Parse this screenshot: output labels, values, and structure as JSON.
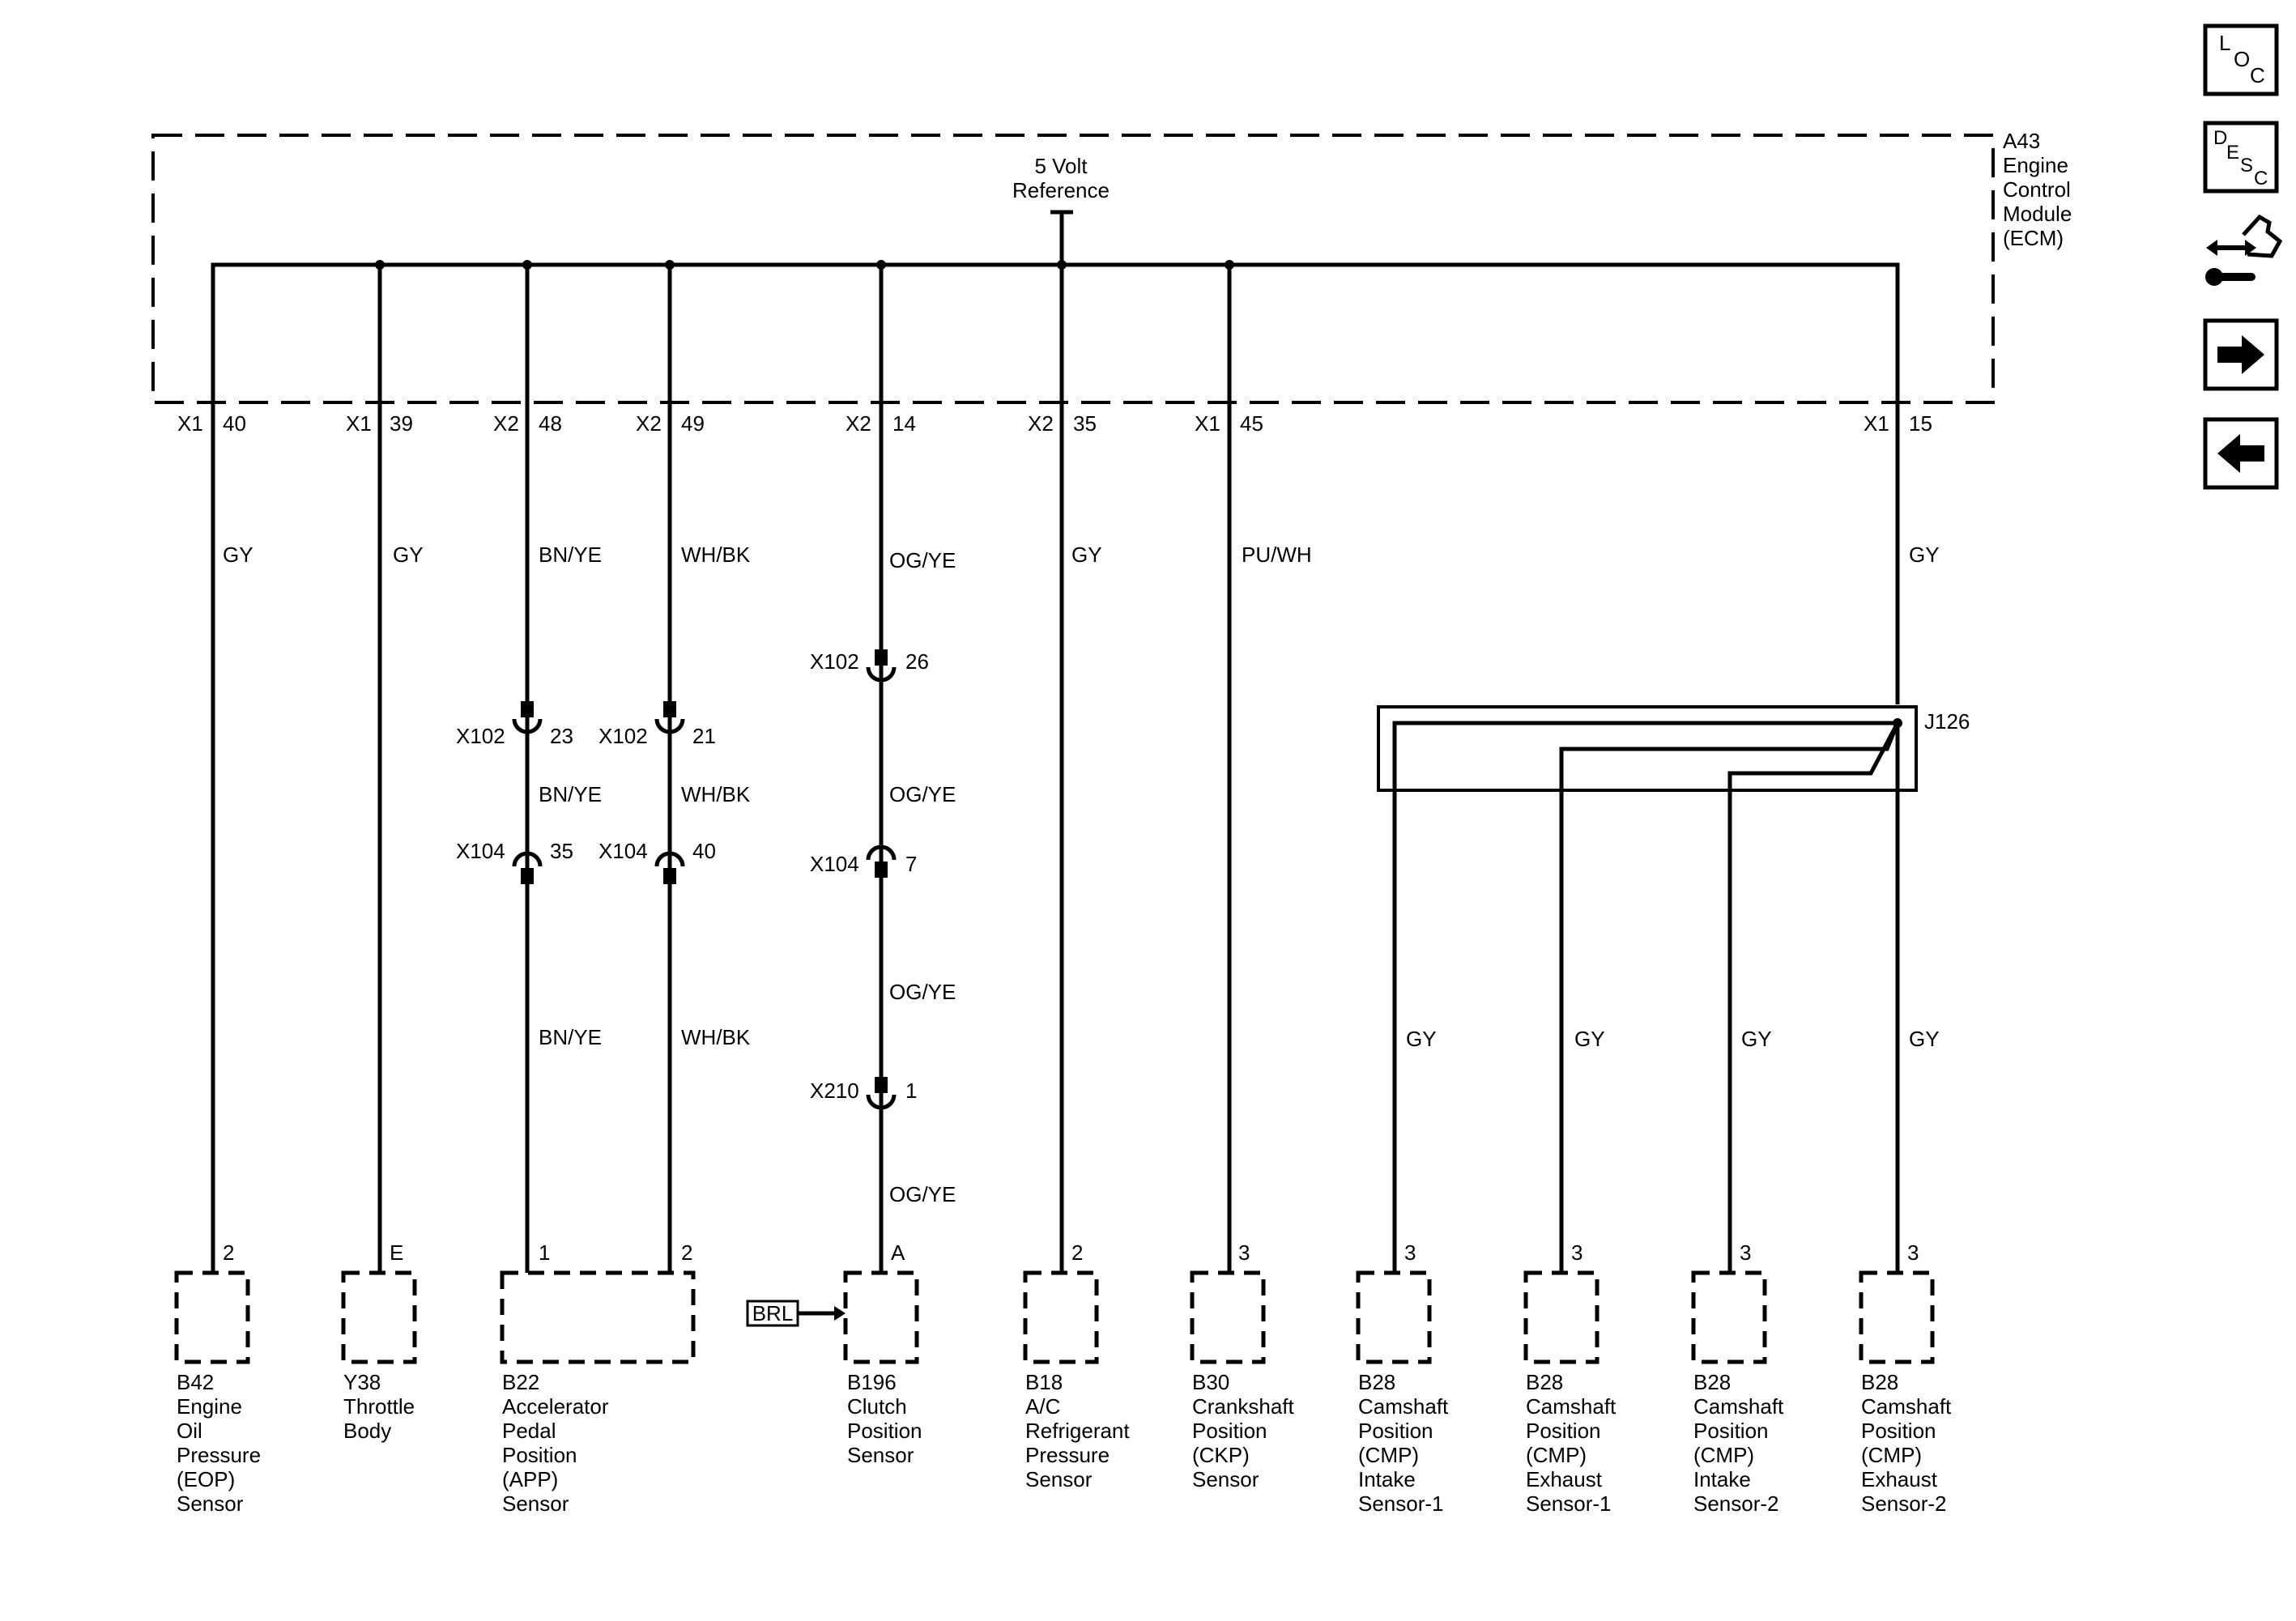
{
  "module": {
    "id": "A43",
    "name_lines": [
      "A43",
      "Engine",
      "Control",
      "Module",
      "(ECM)"
    ],
    "reference_lines": [
      "5 Volt",
      "Reference"
    ]
  },
  "circuits": [
    {
      "connector": "X1",
      "pin": "40",
      "wire_color": "GY",
      "inline": [],
      "device_pin": "2",
      "device_lines": [
        "B42",
        "Engine",
        "Oil",
        "Pressure",
        "(EOP)",
        "Sensor"
      ]
    },
    {
      "connector": "X1",
      "pin": "39",
      "wire_color": "GY",
      "inline": [],
      "device_pin": "E",
      "device_lines": [
        "Y38",
        "Throttle",
        "Body"
      ]
    },
    {
      "connector": "X2",
      "pin": "48",
      "wire_color": "BN/YE",
      "inline": [
        {
          "conn": "X102",
          "pin": "23",
          "color_after": "BN/YE"
        },
        {
          "conn": "X104",
          "pin": "35",
          "color_after": "BN/YE"
        }
      ],
      "device_pin": "1",
      "device_lines": [
        "B22",
        "Accelerator",
        "Pedal",
        "Position",
        "(APP)",
        "Sensor"
      ]
    },
    {
      "connector": "X2",
      "pin": "49",
      "wire_color": "WH/BK",
      "inline": [
        {
          "conn": "X102",
          "pin": "21",
          "color_after": "WH/BK"
        },
        {
          "conn": "X104",
          "pin": "40",
          "color_after": "WH/BK"
        }
      ],
      "device_pin": "2",
      "device_lines": []
    },
    {
      "connector": "X2",
      "pin": "14",
      "wire_color": "OG/YE",
      "inline": [
        {
          "conn": "X102",
          "pin": "26",
          "color_after": "OG/YE"
        },
        {
          "conn": "X104",
          "pin": "7",
          "color_after": "OG/YE"
        },
        {
          "conn": "X210",
          "pin": "1",
          "color_after": "OG/YE"
        }
      ],
      "device_pin": "A",
      "device_lines": [
        "B196",
        "Clutch",
        "Position",
        "Sensor"
      ]
    },
    {
      "connector": "X2",
      "pin": "35",
      "wire_color": "GY",
      "inline": [],
      "device_pin": "2",
      "device_lines": [
        "B18",
        "A/C",
        "Refrigerant",
        "Pressure",
        "Sensor"
      ]
    },
    {
      "connector": "X1",
      "pin": "45",
      "wire_color": "PU/WH",
      "inline": [],
      "device_pin": "3",
      "device_lines": [
        "B30",
        "Crankshaft",
        "Position",
        "(CKP)",
        "Sensor"
      ]
    },
    {
      "connector": "X1",
      "pin": "15",
      "wire_color": "GY",
      "inline": [],
      "device_pin": "3",
      "device_lines": [
        "B28",
        "Camshaft",
        "Position",
        "(CMP)",
        "Exhaust",
        "Sensor-2"
      ]
    }
  ],
  "splice": {
    "id": "J126",
    "branches": [
      {
        "wire_color": "GY",
        "device_pin": "3",
        "device_lines": [
          "B28",
          "Camshaft",
          "Position",
          "(CMP)",
          "Intake",
          "Sensor-1"
        ]
      },
      {
        "wire_color": "GY",
        "device_pin": "3",
        "device_lines": [
          "B28",
          "Camshaft",
          "Position",
          "(CMP)",
          "Exhaust",
          "Sensor-1"
        ]
      },
      {
        "wire_color": "GY",
        "device_pin": "3",
        "device_lines": [
          "B28",
          "Camshaft",
          "Position",
          "(CMP)",
          "Intake",
          "Sensor-2"
        ]
      },
      {
        "wire_color": "GY"
      }
    ]
  },
  "brl_label": "BRL",
  "nav": {
    "loc": [
      "L",
      "O",
      "C"
    ],
    "desc": [
      "D",
      "E",
      "S",
      "C"
    ],
    "icons": [
      "connector-view-icon",
      "next-arrow-icon",
      "previous-arrow-icon"
    ]
  }
}
